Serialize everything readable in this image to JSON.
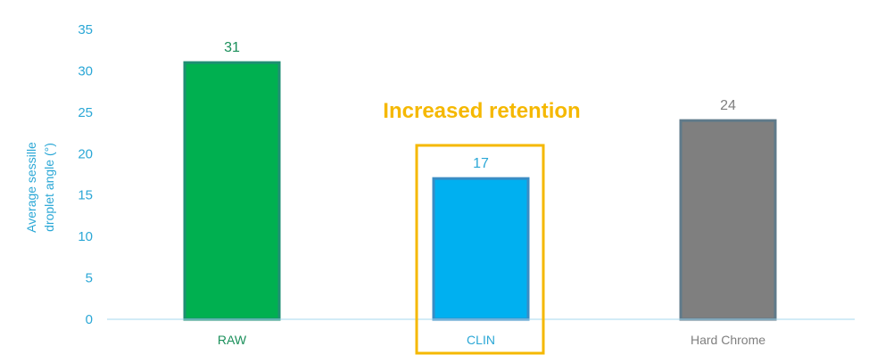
{
  "chart_data": {
    "type": "bar",
    "categories": [
      "RAW",
      "CLIN",
      "Hard Chrome"
    ],
    "values": [
      31,
      17,
      24
    ],
    "data_labels": [
      "31",
      "17",
      "24"
    ],
    "ylabel_lines": [
      "Average sessille",
      "droplet angle (°)"
    ],
    "ylim": [
      0,
      35
    ],
    "yticks": [
      "0",
      "5",
      "10",
      "15",
      "20",
      "25",
      "30",
      "35"
    ],
    "grid": false,
    "legend": "none",
    "annotation": "Increased retention",
    "highlight_category": "CLIN",
    "colors": {
      "bars": [
        "#00b050",
        "#00b0f0",
        "#7f7f7f"
      ],
      "bar_edges": [
        "#1f8f73",
        "#3a8cc4",
        "#5f7a8a"
      ],
      "labels": [
        "#1a8f5a",
        "#2aa7d6",
        "#7f7f7f"
      ],
      "annotation": "#f5b800",
      "axis": "#a6d8ef"
    }
  }
}
